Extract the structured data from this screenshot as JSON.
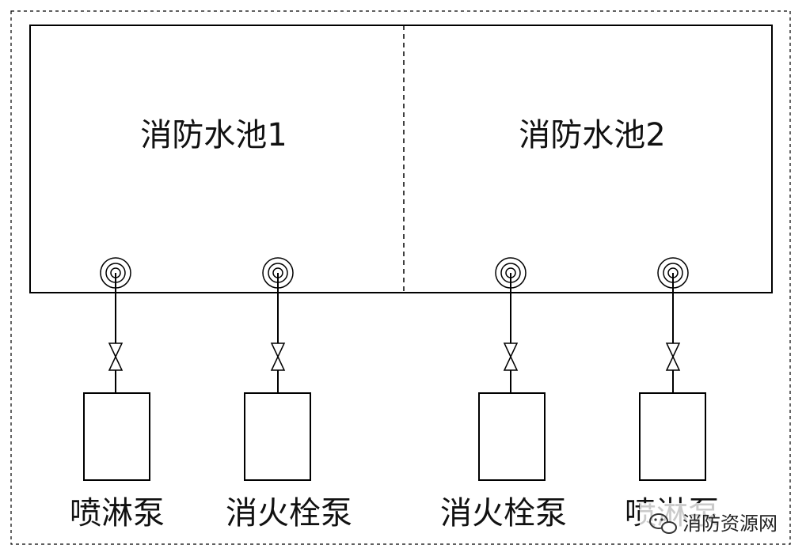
{
  "diagram": {
    "pools": [
      {
        "label": "消防水池1"
      },
      {
        "label": "消防水池2"
      }
    ],
    "pumps": [
      {
        "label": "喷淋泵"
      },
      {
        "label": "消火栓泵"
      },
      {
        "label": "消火栓泵"
      },
      {
        "label": "喷淋泵"
      }
    ],
    "watermark": "消防资源网",
    "colors": {
      "line": "#000000",
      "text": "#111111"
    }
  }
}
